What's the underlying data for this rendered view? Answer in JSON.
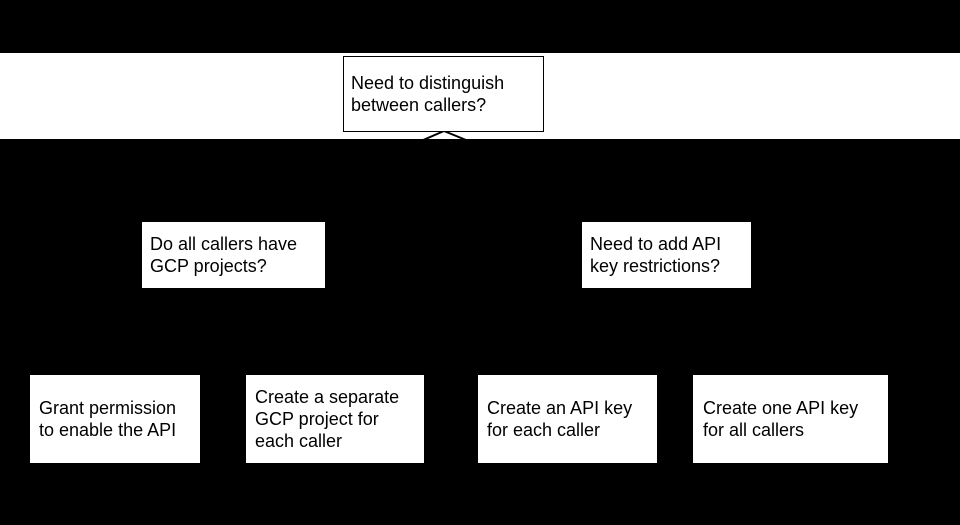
{
  "diagram": {
    "type": "decision-flowchart",
    "colors": {
      "background": "#000000",
      "band": "#ffffff",
      "box_fill": "#ffffff",
      "box_border": "#000000",
      "text": "#000000",
      "connector": "#000000"
    },
    "nodes": {
      "root": {
        "lines": [
          "Need to distinguish",
          "between callers?"
        ]
      },
      "q_gcp": {
        "lines": [
          "Do all callers have",
          "GCP projects?"
        ]
      },
      "q_restrict": {
        "lines": [
          "Need to add API",
          "key restrictions?"
        ]
      },
      "a_grant": {
        "lines": [
          "Grant permission",
          "to enable the API"
        ]
      },
      "a_separate": {
        "lines": [
          "Create a separate",
          "GCP project for",
          "each caller"
        ]
      },
      "a_key_each": {
        "lines": [
          "Create an API key",
          "for each caller"
        ]
      },
      "a_key_all": {
        "lines": [
          "Create one API key",
          "for all callers"
        ]
      }
    },
    "edges": [
      {
        "from": "root",
        "to": "q_gcp"
      },
      {
        "from": "root",
        "to": "q_restrict"
      }
    ]
  }
}
